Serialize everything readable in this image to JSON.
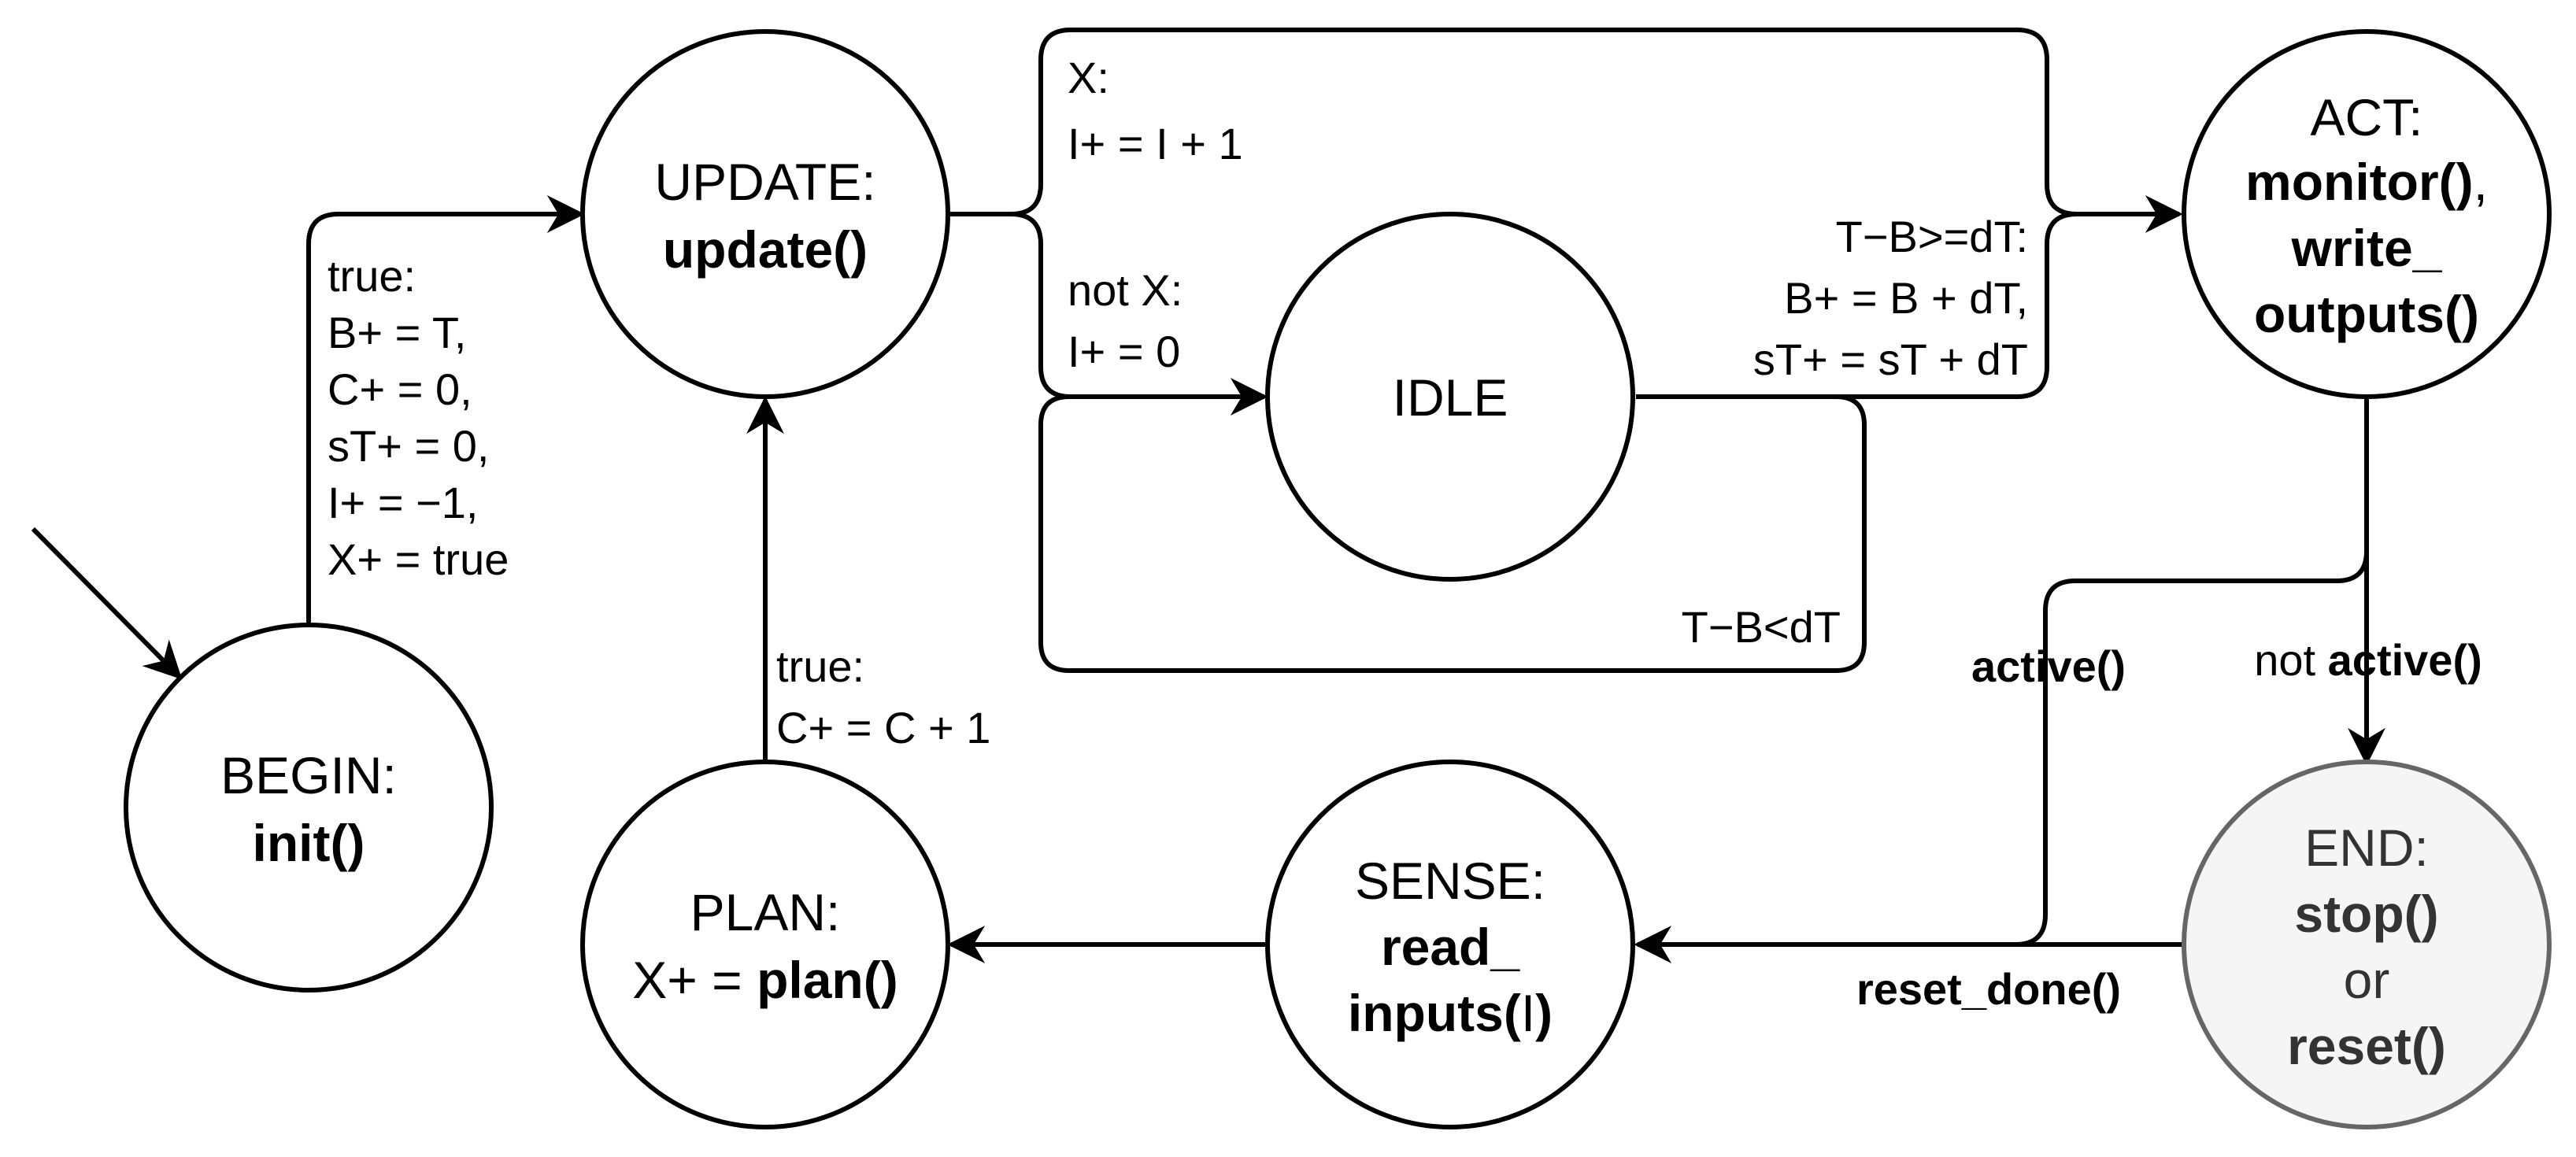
{
  "nodes": {
    "begin": {
      "name": "BEGIN:",
      "action": "init()"
    },
    "update": {
      "name": "UPDATE:",
      "action": "update()"
    },
    "idle": {
      "name": "IDLE"
    },
    "act": {
      "name": "ACT:",
      "action1": "monitor()",
      "comma": ",",
      "action2a": "write_",
      "action2b": "outputs()"
    },
    "plan": {
      "name": "PLAN:",
      "prefix": "X+ = ",
      "action": "plan()"
    },
    "sense": {
      "name": "SENSE:",
      "action_a": "read_",
      "action_b": "inputs(",
      "arg": "I",
      "close": ")"
    },
    "end": {
      "name": "END:",
      "action1": "stop()",
      "or": "or",
      "action2": "reset()"
    }
  },
  "edges": {
    "begin_update": [
      "true:",
      "B+ = T,",
      "C+ = 0,",
      "sT+ = 0,",
      "I+ = −1,",
      "X+ = true"
    ],
    "update_act": [
      "X:",
      "I+ = I + 1"
    ],
    "update_idle": [
      "not X:",
      "I+ = 0"
    ],
    "idle_act": [
      "T−B>=dT:",
      "B+ = B + dT,",
      "sT+ = sT + dT"
    ],
    "idle_loop": "T−B<dT",
    "plan_update": [
      "true:",
      "C+ = C + 1"
    ],
    "act_sense": "active()",
    "act_end": {
      "prefix": "not ",
      "cond": "active()"
    },
    "end_sense": "reset_done()"
  },
  "colors": {
    "stroke": "#000000",
    "end_fill": "#f5f5f5",
    "end_stroke": "#666666",
    "end_text": "#333333"
  }
}
